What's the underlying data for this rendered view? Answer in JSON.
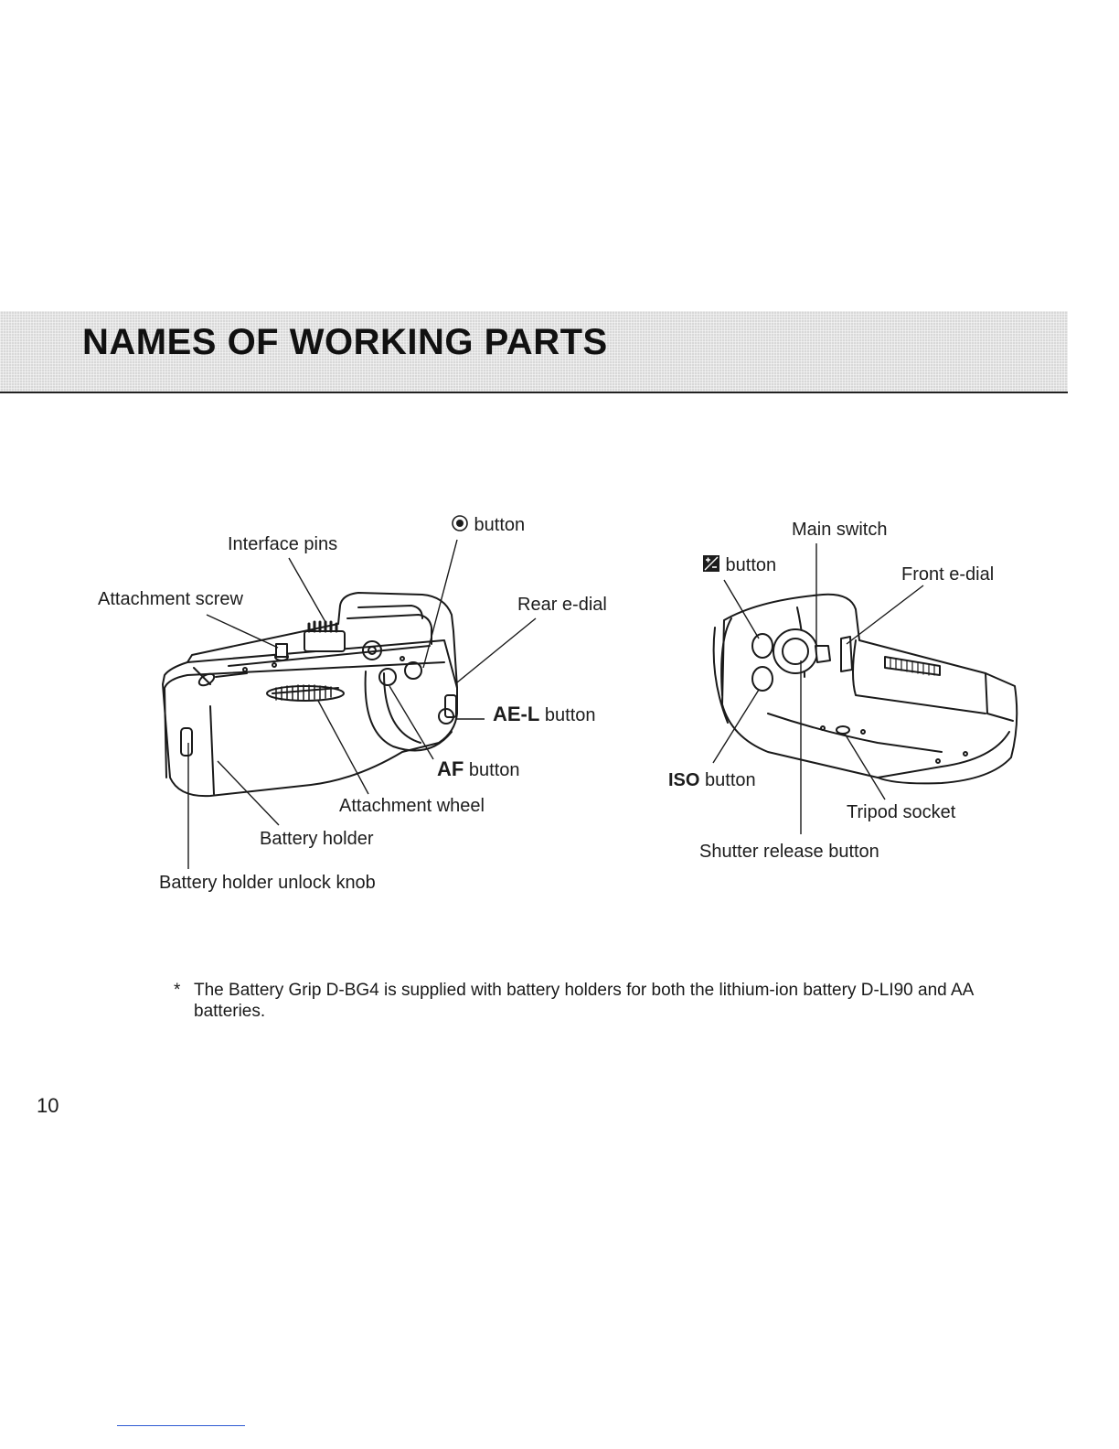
{
  "header": {
    "title": "NAMES OF WORKING PARTS"
  },
  "left_diagram": {
    "interface_pins": "Interface pins",
    "attachment_screw": "Attachment screw",
    "target_button_suffix": " button",
    "rear_e_dial": "Rear e-dial",
    "ael_bold": "AE-L",
    "ael_suffix": " button",
    "af_bold": "AF",
    "af_suffix": " button",
    "attachment_wheel": "Attachment wheel",
    "battery_holder": "Battery holder",
    "battery_holder_unlock_knob": "Battery holder unlock knob"
  },
  "right_diagram": {
    "main_switch": "Main switch",
    "exposure_button_suffix": " button",
    "front_e_dial": "Front e-dial",
    "iso_bold": "ISO",
    "iso_suffix": " button",
    "tripod_socket": "Tripod socket",
    "shutter_release_button": "Shutter release button"
  },
  "footnote": {
    "marker": "*",
    "text": "The Battery Grip D-BG4 is supplied with battery holders for both the lithium-ion battery D-LI90 and AA batteries."
  },
  "page_number": "10"
}
